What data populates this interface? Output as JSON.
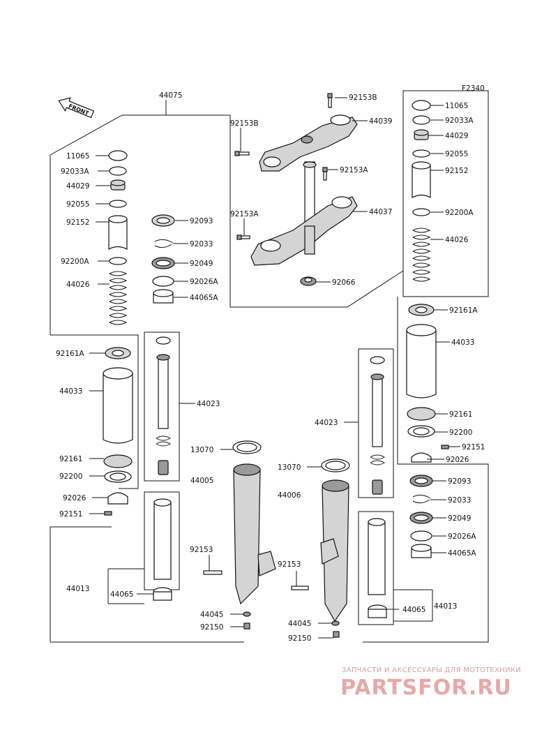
{
  "figure_code": "F2340",
  "front_marker": "FRONT",
  "labels": {
    "44075": "44075",
    "92153B": "92153B",
    "44039": "44039",
    "92153A": "92153A",
    "44037": "44037",
    "92066": "92066",
    "11065": "11065",
    "92033A": "92033A",
    "44029": "44029",
    "92055": "92055",
    "92152": "92152",
    "92200A": "92200A",
    "44026": "44026",
    "92161A": "92161A",
    "44033": "44033",
    "92161": "92161",
    "92200": "92200",
    "92026": "92026",
    "92151": "92151",
    "92093": "92093",
    "92033": "92033",
    "92049": "92049",
    "92026A": "92026A",
    "44065A": "44065A",
    "44023": "44023",
    "13070": "13070",
    "44005": "44005",
    "44006": "44006",
    "92153": "92153",
    "44045": "44045",
    "92150": "92150",
    "44013": "44013",
    "44065": "44065"
  },
  "watermark": {
    "line1": "ЗАПЧАСТИ И АКСЕССУАРЫ ДЛЯ МОТОТЕХНИКИ",
    "brand": "PARTSFOR.RU"
  }
}
